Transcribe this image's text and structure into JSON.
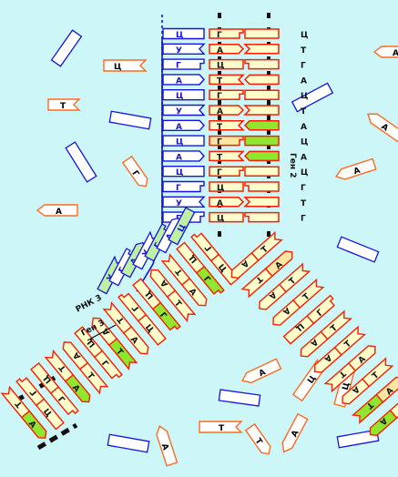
{
  "colors": {
    "background": "#ccf6f8",
    "dna_stroke": "#ff1c00",
    "dna_fill": "#ffffcc",
    "dna_fill_alt": "#ffe6a3",
    "highlight": "#8fe62e",
    "rna_stroke": "#1414e0",
    "rna_fill": "#ffffff",
    "rna_highlight": "#bff0a0",
    "free_nucleotide": "#ff6a1e",
    "free_rna": "#1414e0",
    "backbone": "#111111"
  },
  "labels": {
    "gene2": "Ген 2",
    "gene3": "Ген 3",
    "rna3": "РНК 3"
  },
  "upper_dna": {
    "left": [
      "Г",
      "А",
      "Ц",
      "Т",
      "Г",
      "А",
      "Т",
      "Г",
      "Т",
      "Г",
      "Ц",
      "А",
      "Ц"
    ],
    "right": [
      "Ц",
      "Т",
      "Г",
      "А",
      "Ц",
      "Т",
      "А",
      "Ц",
      "А",
      "Ц",
      "Г",
      "Т",
      "Г"
    ],
    "highlight_rows": [
      6,
      7,
      8
    ]
  },
  "rna_upper": [
    "Ц",
    "У",
    "Г",
    "А",
    "Ц",
    "У",
    "А",
    "Ц",
    "А",
    "Ц",
    "Г",
    "У",
    "Г"
  ],
  "rna3": [
    "У",
    "Г",
    "А",
    "У",
    "Г",
    "А",
    "Ц"
  ],
  "lower_left_dna": {
    "outer": [
      "Ц",
      "Г",
      "А",
      "Т",
      "Г",
      "Ц",
      "А",
      "Т",
      "Г",
      "Т",
      "А",
      "Г",
      "Ц",
      "А"
    ],
    "inner": [
      "Г",
      "Ц",
      "Т",
      "А",
      "Ц",
      "Г",
      "Т",
      "А",
      "Ц",
      "А",
      "Т",
      "Ц",
      "Г",
      "Т"
    ]
  },
  "lower_right_dna": {
    "upper": [
      "Т",
      "А",
      "Т",
      "Т",
      "Г",
      "Т",
      "Т",
      "А",
      "Т",
      "А",
      "Т"
    ],
    "lower": [
      "А",
      "Т",
      "А",
      "А",
      "Ц",
      "А",
      "А",
      "Т",
      "А",
      "Т",
      "А"
    ]
  },
  "free_nucleotides": [
    {
      "letter": "Т",
      "kind": "dna"
    },
    {
      "letter": "Г",
      "kind": "dna"
    },
    {
      "letter": "А",
      "kind": "dna"
    },
    {
      "letter": "А",
      "kind": "dna"
    },
    {
      "letter": "А",
      "kind": "dna"
    },
    {
      "letter": "А",
      "kind": "dna"
    },
    {
      "letter": "Ц",
      "kind": "dna"
    },
    {
      "letter": "Т",
      "kind": "dna"
    },
    {
      "letter": "А",
      "kind": "dna"
    },
    {
      "letter": "Т",
      "kind": "dna"
    },
    {
      "letter": "А",
      "kind": "dna"
    },
    {
      "letter": "Ц",
      "kind": "dna"
    },
    {
      "letter": "Ц",
      "kind": "dna"
    },
    {
      "letter": "А",
      "kind": "dna"
    }
  ]
}
